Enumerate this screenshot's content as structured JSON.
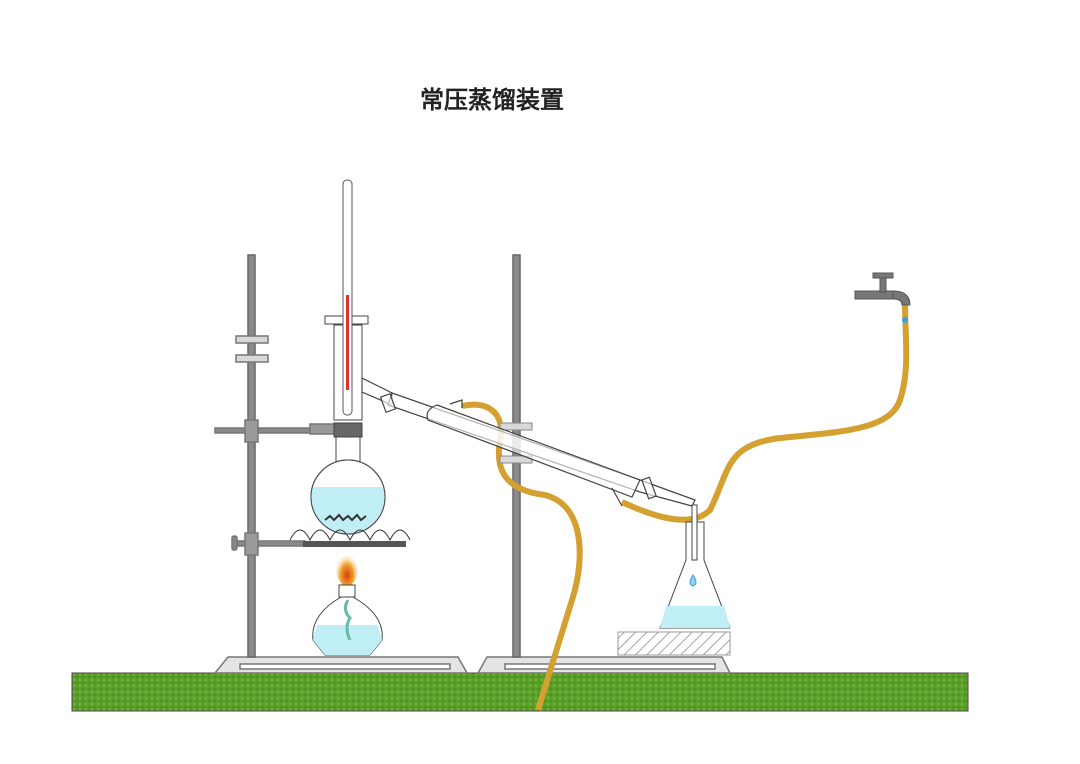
{
  "title": "常压蒸馏装置",
  "colors": {
    "water": "#bfeef5",
    "hose": "#d4a030",
    "stand": "#8a8a8a",
    "grass": "#5a9e2a",
    "mercury": "#e03030"
  },
  "components": [
    "iron-stand-left",
    "iron-stand-right",
    "thermometer",
    "distillation-flask",
    "condenser",
    "adapter",
    "conical-flask",
    "alcohol-burner",
    "wire-gauze",
    "water-tap",
    "rubber-hoses",
    "wooden-block",
    "bench"
  ]
}
